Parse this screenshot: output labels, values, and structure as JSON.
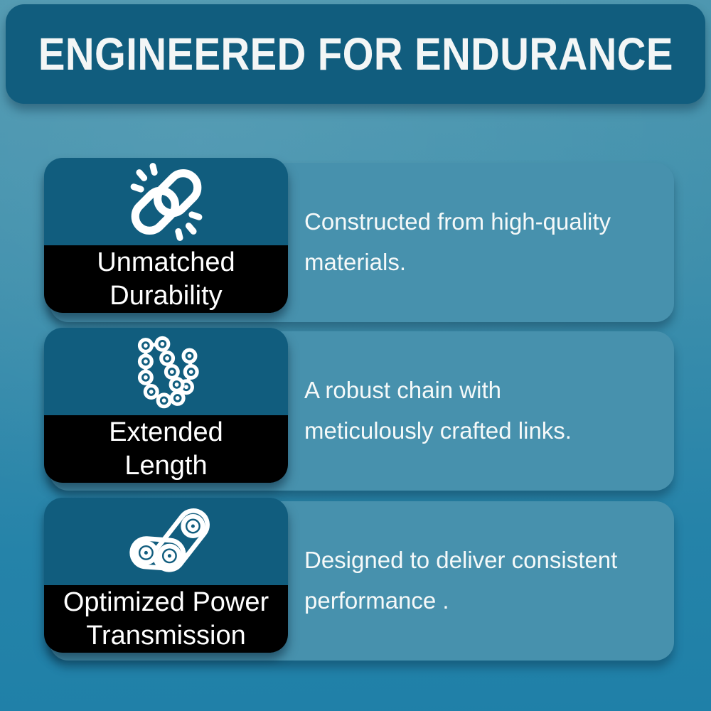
{
  "header": {
    "title": "ENGINEERED FOR ENDURANCE"
  },
  "features": [
    {
      "icon": "broken-chain-link-icon",
      "label": "Unmatched\nDurability",
      "description": "Constructed from high-quality\nmaterials."
    },
    {
      "icon": "bicycle-chain-icon",
      "label": "Extended\nLength",
      "description": " A robust chain with\nmeticulously crafted links."
    },
    {
      "icon": "chain-segment-icon",
      "label": "Optimized Power\nTransmission",
      "description": "Designed to deliver consistent\nperformance ."
    }
  ],
  "colors": {
    "header_background": "#115d7e",
    "card_icon_background": "#115d7e",
    "card_label_background": "#000000",
    "description_panel_background": "#4791ad",
    "page_background_top": "#4f98b0",
    "page_background_bottom": "#1f80a8",
    "text": "#ffffff"
  }
}
